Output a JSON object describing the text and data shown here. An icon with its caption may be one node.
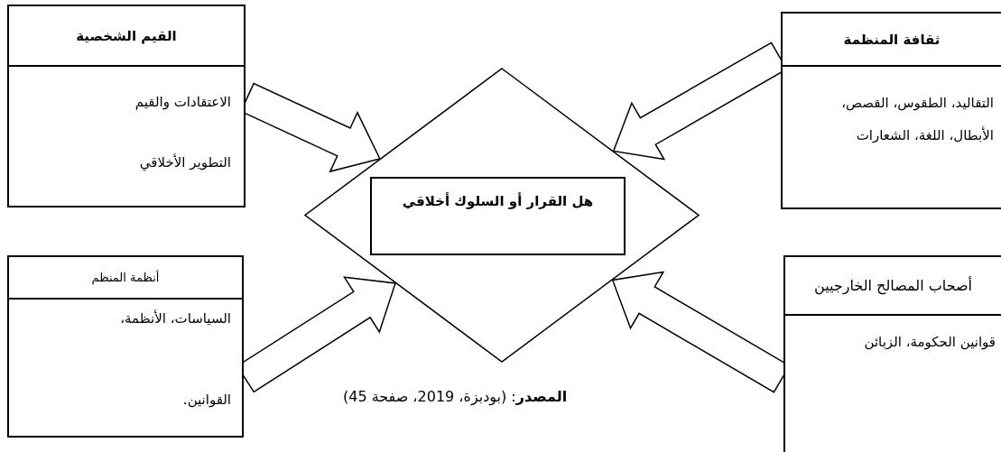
{
  "diagram": {
    "caption": "**المصدر**: (بودبزة، 2019، صفحة 45)",
    "nodes": [
      {
        "text": [
          "القيم الشخصية",
          "الاعتقادات والقيم",
          "التطوير الأخلاقي"
        ]
      },
      {
        "text": [
          "ثقافة المنظمة",
          "التقاليد، الطقوس، القصص، الأبطال، اللغة، الشعارات"
        ]
      },
      {
        "text": [],
        "shape": "diamond"
      },
      {
        "text": [
          "هل القرار أو السلوك أخلاقي"
        ],
        "in": 2
      },
      {
        "text": [
          "أنظمة المنظم",
          "السياسات، الأنظمة،",
          "القوانين."
        ]
      },
      {
        "text": [
          "أصحاب المصالح الخارجيين",
          "قوانين الحكومة، الزبائن"
        ]
      }
    ],
    "edges": [
      {
        "from": 0,
        "to": 2,
        "arrow": "to"
      },
      {
        "from": 1,
        "to": 2,
        "arrow": "to"
      },
      {
        "from": 4,
        "to": 2,
        "arrow": "to"
      },
      {
        "from": 5,
        "to": 2,
        "arrow": "to"
      }
    ]
  }
}
